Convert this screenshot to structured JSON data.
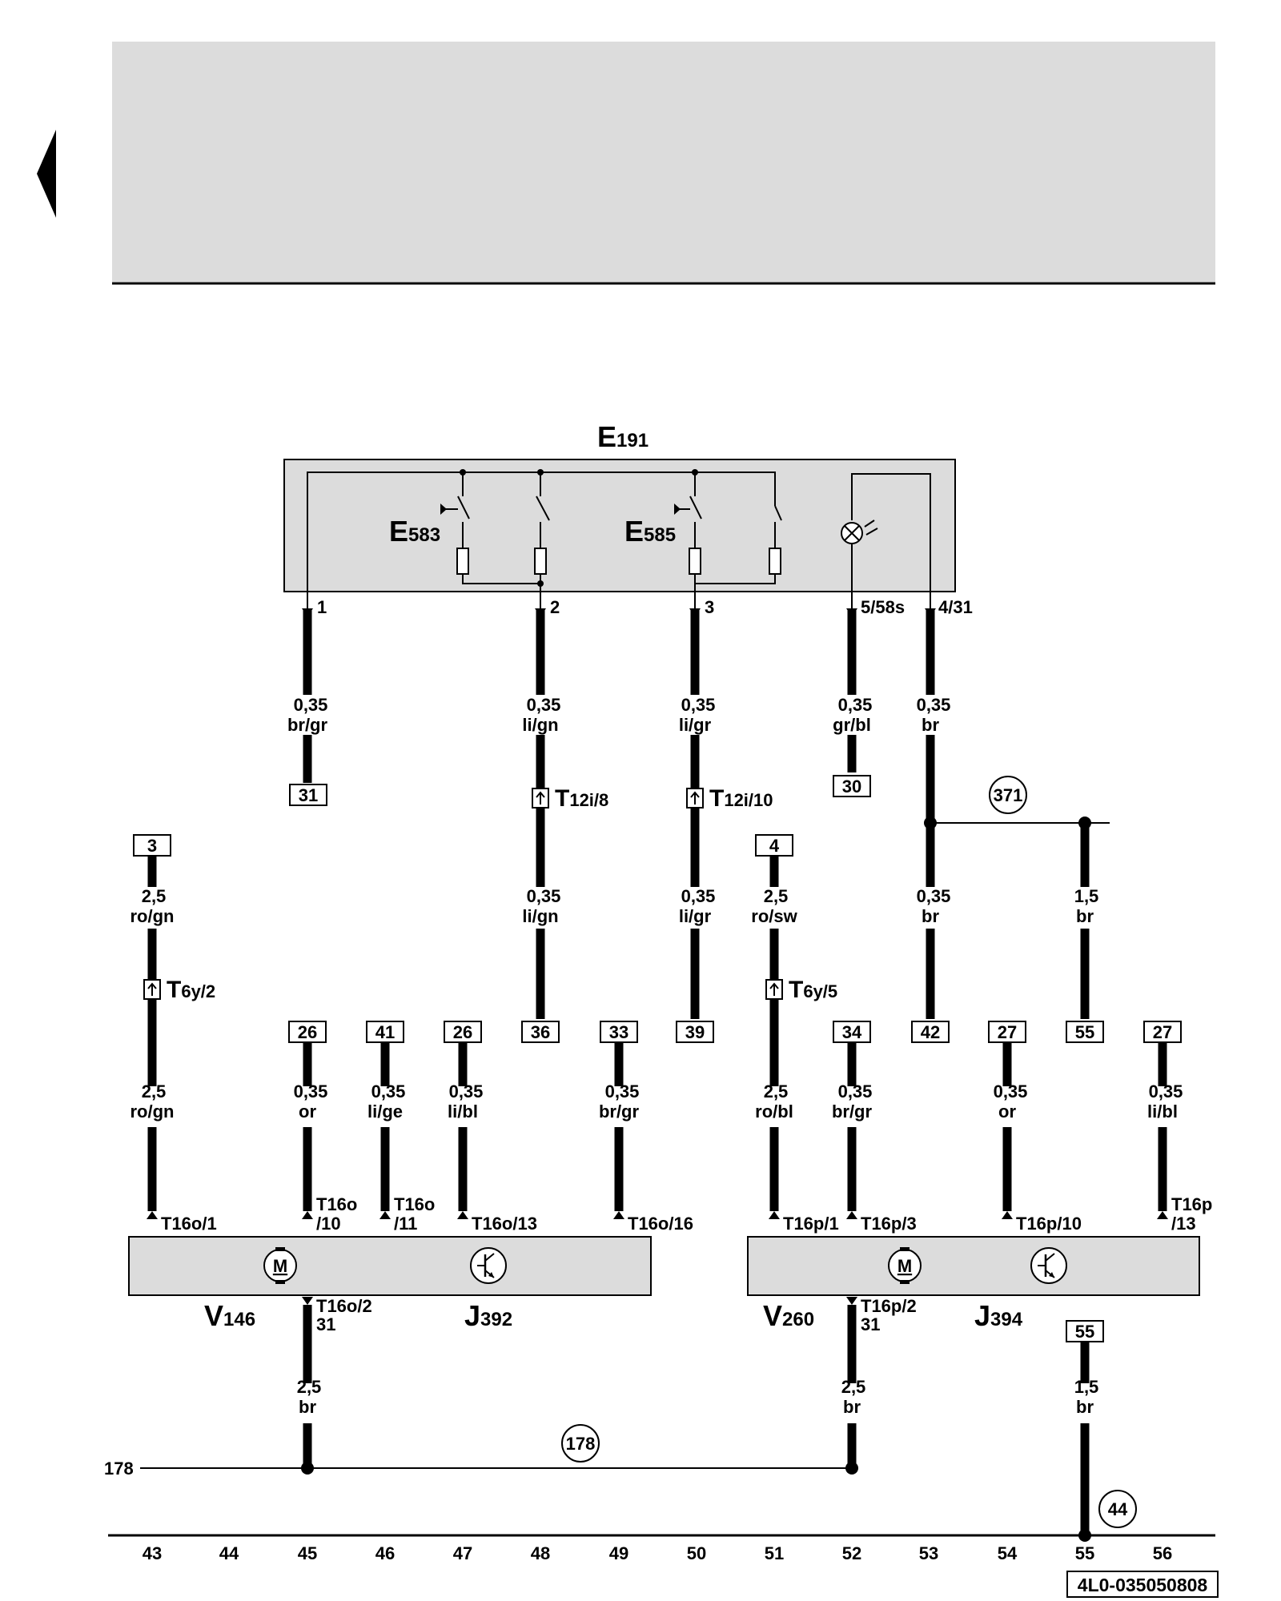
{
  "page": {
    "back_arrow_icon": "left-triangle-icon",
    "document_id": "4L0-035050808"
  },
  "components": {
    "e191": {
      "letter": "E",
      "sub": "191"
    },
    "e583": {
      "letter": "E",
      "sub": "583"
    },
    "e585": {
      "letter": "E",
      "sub": "585"
    },
    "v146": {
      "letter": "V",
      "sub": "146"
    },
    "j392": {
      "letter": "J",
      "sub": "392"
    },
    "v260": {
      "letter": "V",
      "sub": "260"
    },
    "j394": {
      "letter": "J",
      "sub": "394"
    },
    "motor_symbol": "M"
  },
  "connectors": {
    "t12i8": {
      "letter": "T",
      "sub": "12i/8"
    },
    "t12i10": {
      "letter": "T",
      "sub": "12i/10"
    },
    "t6y2": {
      "letter": "T",
      "sub": "6y/2"
    },
    "t6y5": {
      "letter": "T",
      "sub": "6y/5"
    }
  },
  "pins": {
    "e191_1": "1",
    "e191_2": "2",
    "e191_3": "3",
    "e191_5": "5/58s",
    "e191_4": "4/31",
    "t16o_1": "T16o/1",
    "t16o_10_a": "T16o",
    "t16o_10_b": "/10",
    "t16o_11_a": "T16o",
    "t16o_11_b": "/11",
    "t16o_13": "T16o/13",
    "t16o_16": "T16o/16",
    "t16o_2_a": "T16o/2",
    "t16o_2_b": "31",
    "t16p_1": "T16p/1",
    "t16p_3": "T16p/3",
    "t16p_10": "T16p/10",
    "t16p_13_a": "T16p",
    "t16p_13_b": "/13",
    "t16p_2_a": "T16p/2",
    "t16p_2_b": "31"
  },
  "wires": {
    "w1": {
      "size": "0,35",
      "color": "br/gr"
    },
    "w2": {
      "size": "0,35",
      "color": "li/gn"
    },
    "w3": {
      "size": "0,35",
      "color": "li/gr"
    },
    "w4": {
      "size": "0,35",
      "color": "gr/bl"
    },
    "w5": {
      "size": "0,35",
      "color": "br"
    },
    "w6": {
      "size": "0,35",
      "color": "li/gn"
    },
    "w7": {
      "size": "0,35",
      "color": "li/gr"
    },
    "w8": {
      "size": "0,35",
      "color": "br"
    },
    "w9": {
      "size": "1,5",
      "color": "br"
    },
    "w10": {
      "size": "2,5",
      "color": "ro/gn"
    },
    "w11": {
      "size": "2,5",
      "color": "ro/gn"
    },
    "w12": {
      "size": "2,5",
      "color": "ro/sw"
    },
    "w13": {
      "size": "0,35",
      "color": "or"
    },
    "w14": {
      "size": "0,35",
      "color": "li/ge"
    },
    "w15": {
      "size": "0,35",
      "color": "li/bl"
    },
    "w16": {
      "size": "0,35",
      "color": "br/gr"
    },
    "w17": {
      "size": "2,5",
      "color": "ro/bl"
    },
    "w18": {
      "size": "0,35",
      "color": "br/gr"
    },
    "w19": {
      "size": "0,35",
      "color": "or"
    },
    "w20": {
      "size": "0,35",
      "color": "li/bl"
    },
    "w21": {
      "size": "2,5",
      "color": "br"
    },
    "w22": {
      "size": "2,5",
      "color": "br"
    },
    "w23": {
      "size": "1,5",
      "color": "br"
    }
  },
  "refs": {
    "r31": "31",
    "r30": "30",
    "r3": "3",
    "r4": "4",
    "r26a": "26",
    "r41": "41",
    "r26b": "26",
    "r36": "36",
    "r33": "33",
    "r39": "39",
    "r34": "34",
    "r42": "42",
    "r27a": "27",
    "r55a": "55",
    "r27b": "27",
    "r55b": "55"
  },
  "circles": {
    "c371": "371",
    "c178": "178",
    "c44": "44"
  },
  "ground_line_label": "178",
  "grid_numbers": [
    "43",
    "44",
    "45",
    "46",
    "47",
    "48",
    "49",
    "50",
    "51",
    "52",
    "53",
    "54",
    "55",
    "56"
  ]
}
